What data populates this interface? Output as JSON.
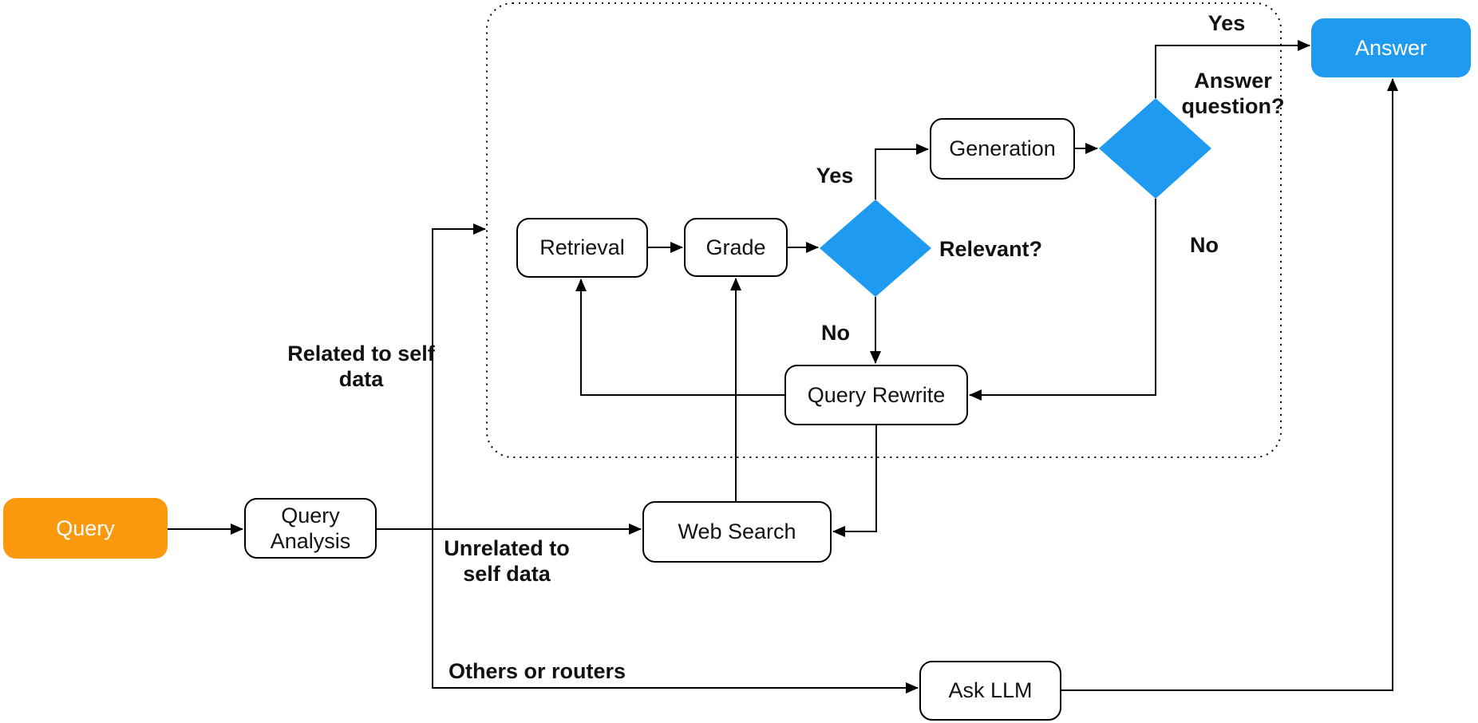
{
  "colors": {
    "accent_blue": "#1E9BF0",
    "accent_orange": "#FA990E",
    "line": "#000000",
    "node_border": "#000000",
    "background": "#FFFFFF"
  },
  "nodes": {
    "query": {
      "label": "Query",
      "fill": "orange",
      "text_color": "white"
    },
    "query_analysis": {
      "label": "Query Analysis"
    },
    "retrieval": {
      "label": "Retrieval"
    },
    "grade": {
      "label": "Grade"
    },
    "generation": {
      "label": "Generation"
    },
    "query_rewrite": {
      "label": "Query Rewrite"
    },
    "web_search": {
      "label": "Web Search"
    },
    "ask_llm": {
      "label": "Ask LLM"
    },
    "answer": {
      "label": "Answer",
      "fill": "blue",
      "text_color": "white"
    }
  },
  "decisions": {
    "relevant": {
      "label": "Relevant?",
      "shape": "diamond",
      "fill": "blue"
    },
    "answer_question": {
      "label": "Answer question?",
      "shape": "diamond",
      "fill": "blue"
    }
  },
  "edge_labels": {
    "related": "Related to self data",
    "unrelated": "Unrelated to self data",
    "others": "Others or routers",
    "relevant_yes": "Yes",
    "relevant_no": "No",
    "answer_yes": "Yes",
    "answer_no": "No"
  },
  "edges": [
    {
      "from": "Query",
      "to": "Query Analysis"
    },
    {
      "from": "Query Analysis",
      "to": "Retrieval",
      "label": "Related to self data"
    },
    {
      "from": "Query Analysis",
      "to": "Web Search",
      "label": "Unrelated to self data"
    },
    {
      "from": "Query Analysis",
      "to": "Ask LLM",
      "label": "Others or routers"
    },
    {
      "from": "Retrieval",
      "to": "Grade"
    },
    {
      "from": "Grade",
      "to": "Relevant?"
    },
    {
      "from": "Relevant?",
      "to": "Generation",
      "label": "Yes"
    },
    {
      "from": "Relevant?",
      "to": "Query Rewrite",
      "label": "No"
    },
    {
      "from": "Generation",
      "to": "Answer question?"
    },
    {
      "from": "Answer question?",
      "to": "Answer",
      "label": "Yes"
    },
    {
      "from": "Answer question?",
      "to": "Query Rewrite",
      "label": "No"
    },
    {
      "from": "Query Rewrite",
      "to": "Retrieval"
    },
    {
      "from": "Query Rewrite",
      "to": "Web Search"
    },
    {
      "from": "Web Search",
      "to": "Grade"
    },
    {
      "from": "Ask LLM",
      "to": "Answer"
    }
  ],
  "dashed_container_nodes": [
    "Retrieval",
    "Grade",
    "Relevant?",
    "Generation",
    "Answer question?",
    "Query Rewrite"
  ]
}
